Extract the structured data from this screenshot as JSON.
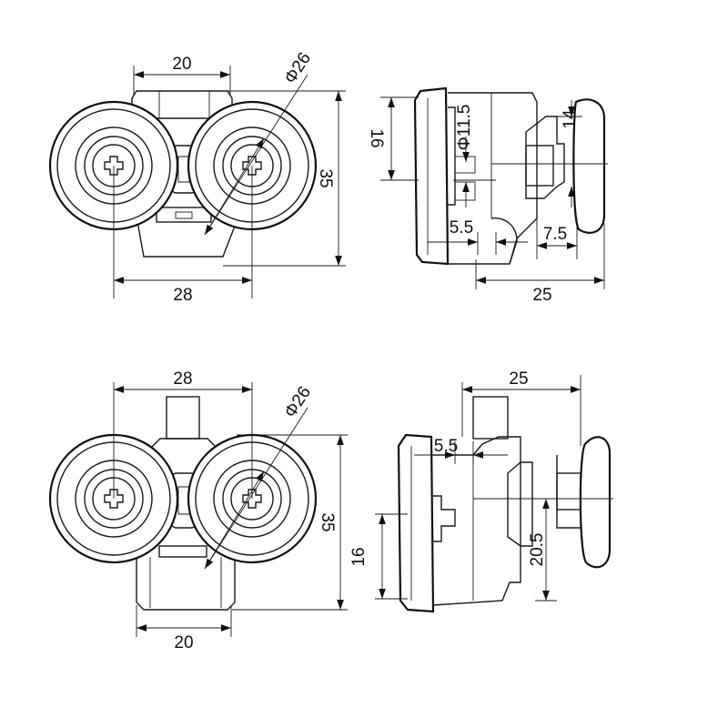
{
  "top_front": {
    "width_top": "20",
    "wheel_dia": "Φ26",
    "height": "35",
    "axle_spacing": "28"
  },
  "top_side": {
    "height": "16",
    "bore_dia": "Φ11.5",
    "stem": "14",
    "offset_left": "5.5",
    "offset_right": "7.5",
    "depth": "25"
  },
  "bottom_front": {
    "axle_spacing": "28",
    "wheel_dia": "Φ26",
    "height": "35",
    "width_bottom": "20"
  },
  "bottom_side": {
    "depth": "25",
    "offset_left": "5.5",
    "height": "16",
    "stem": "20.5"
  }
}
